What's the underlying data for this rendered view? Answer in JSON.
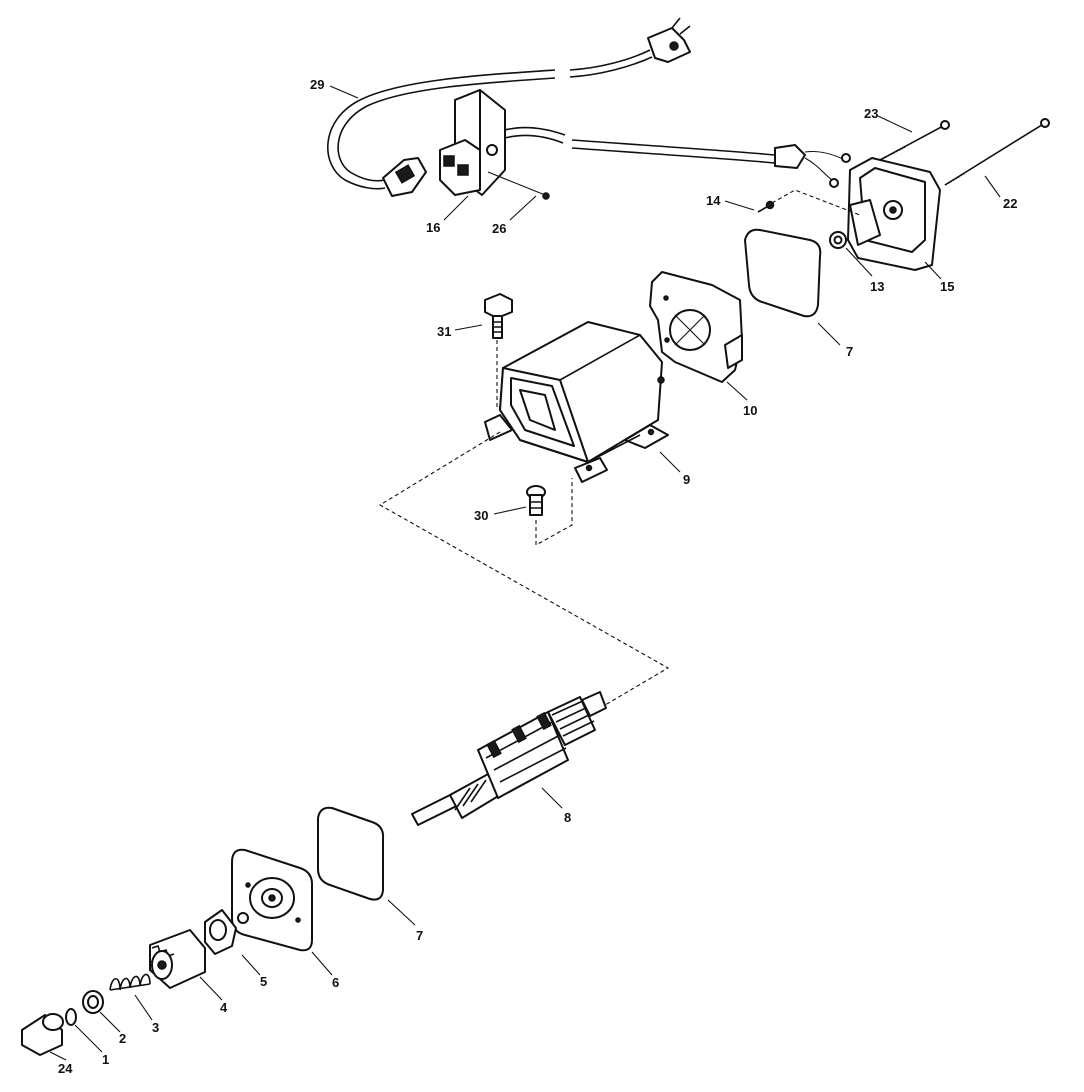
{
  "diagram": {
    "callouts": [
      {
        "id": "c29",
        "label": "29"
      },
      {
        "id": "c16",
        "label": "16"
      },
      {
        "id": "c26",
        "label": "26"
      },
      {
        "id": "c23",
        "label": "23"
      },
      {
        "id": "c22",
        "label": "22"
      },
      {
        "id": "c14",
        "label": "14"
      },
      {
        "id": "c13",
        "label": "13"
      },
      {
        "id": "c15",
        "label": "15"
      },
      {
        "id": "c31",
        "label": "31"
      },
      {
        "id": "c7a",
        "label": "7"
      },
      {
        "id": "c10",
        "label": "10"
      },
      {
        "id": "c9",
        "label": "9"
      },
      {
        "id": "c30",
        "label": "30"
      },
      {
        "id": "c8",
        "label": "8"
      },
      {
        "id": "c7b",
        "label": "7"
      },
      {
        "id": "c6",
        "label": "6"
      },
      {
        "id": "c5",
        "label": "5"
      },
      {
        "id": "c4",
        "label": "4"
      },
      {
        "id": "c3",
        "label": "3"
      },
      {
        "id": "c2",
        "label": "2"
      },
      {
        "id": "c1",
        "label": "1"
      },
      {
        "id": "c24",
        "label": "24"
      }
    ]
  }
}
